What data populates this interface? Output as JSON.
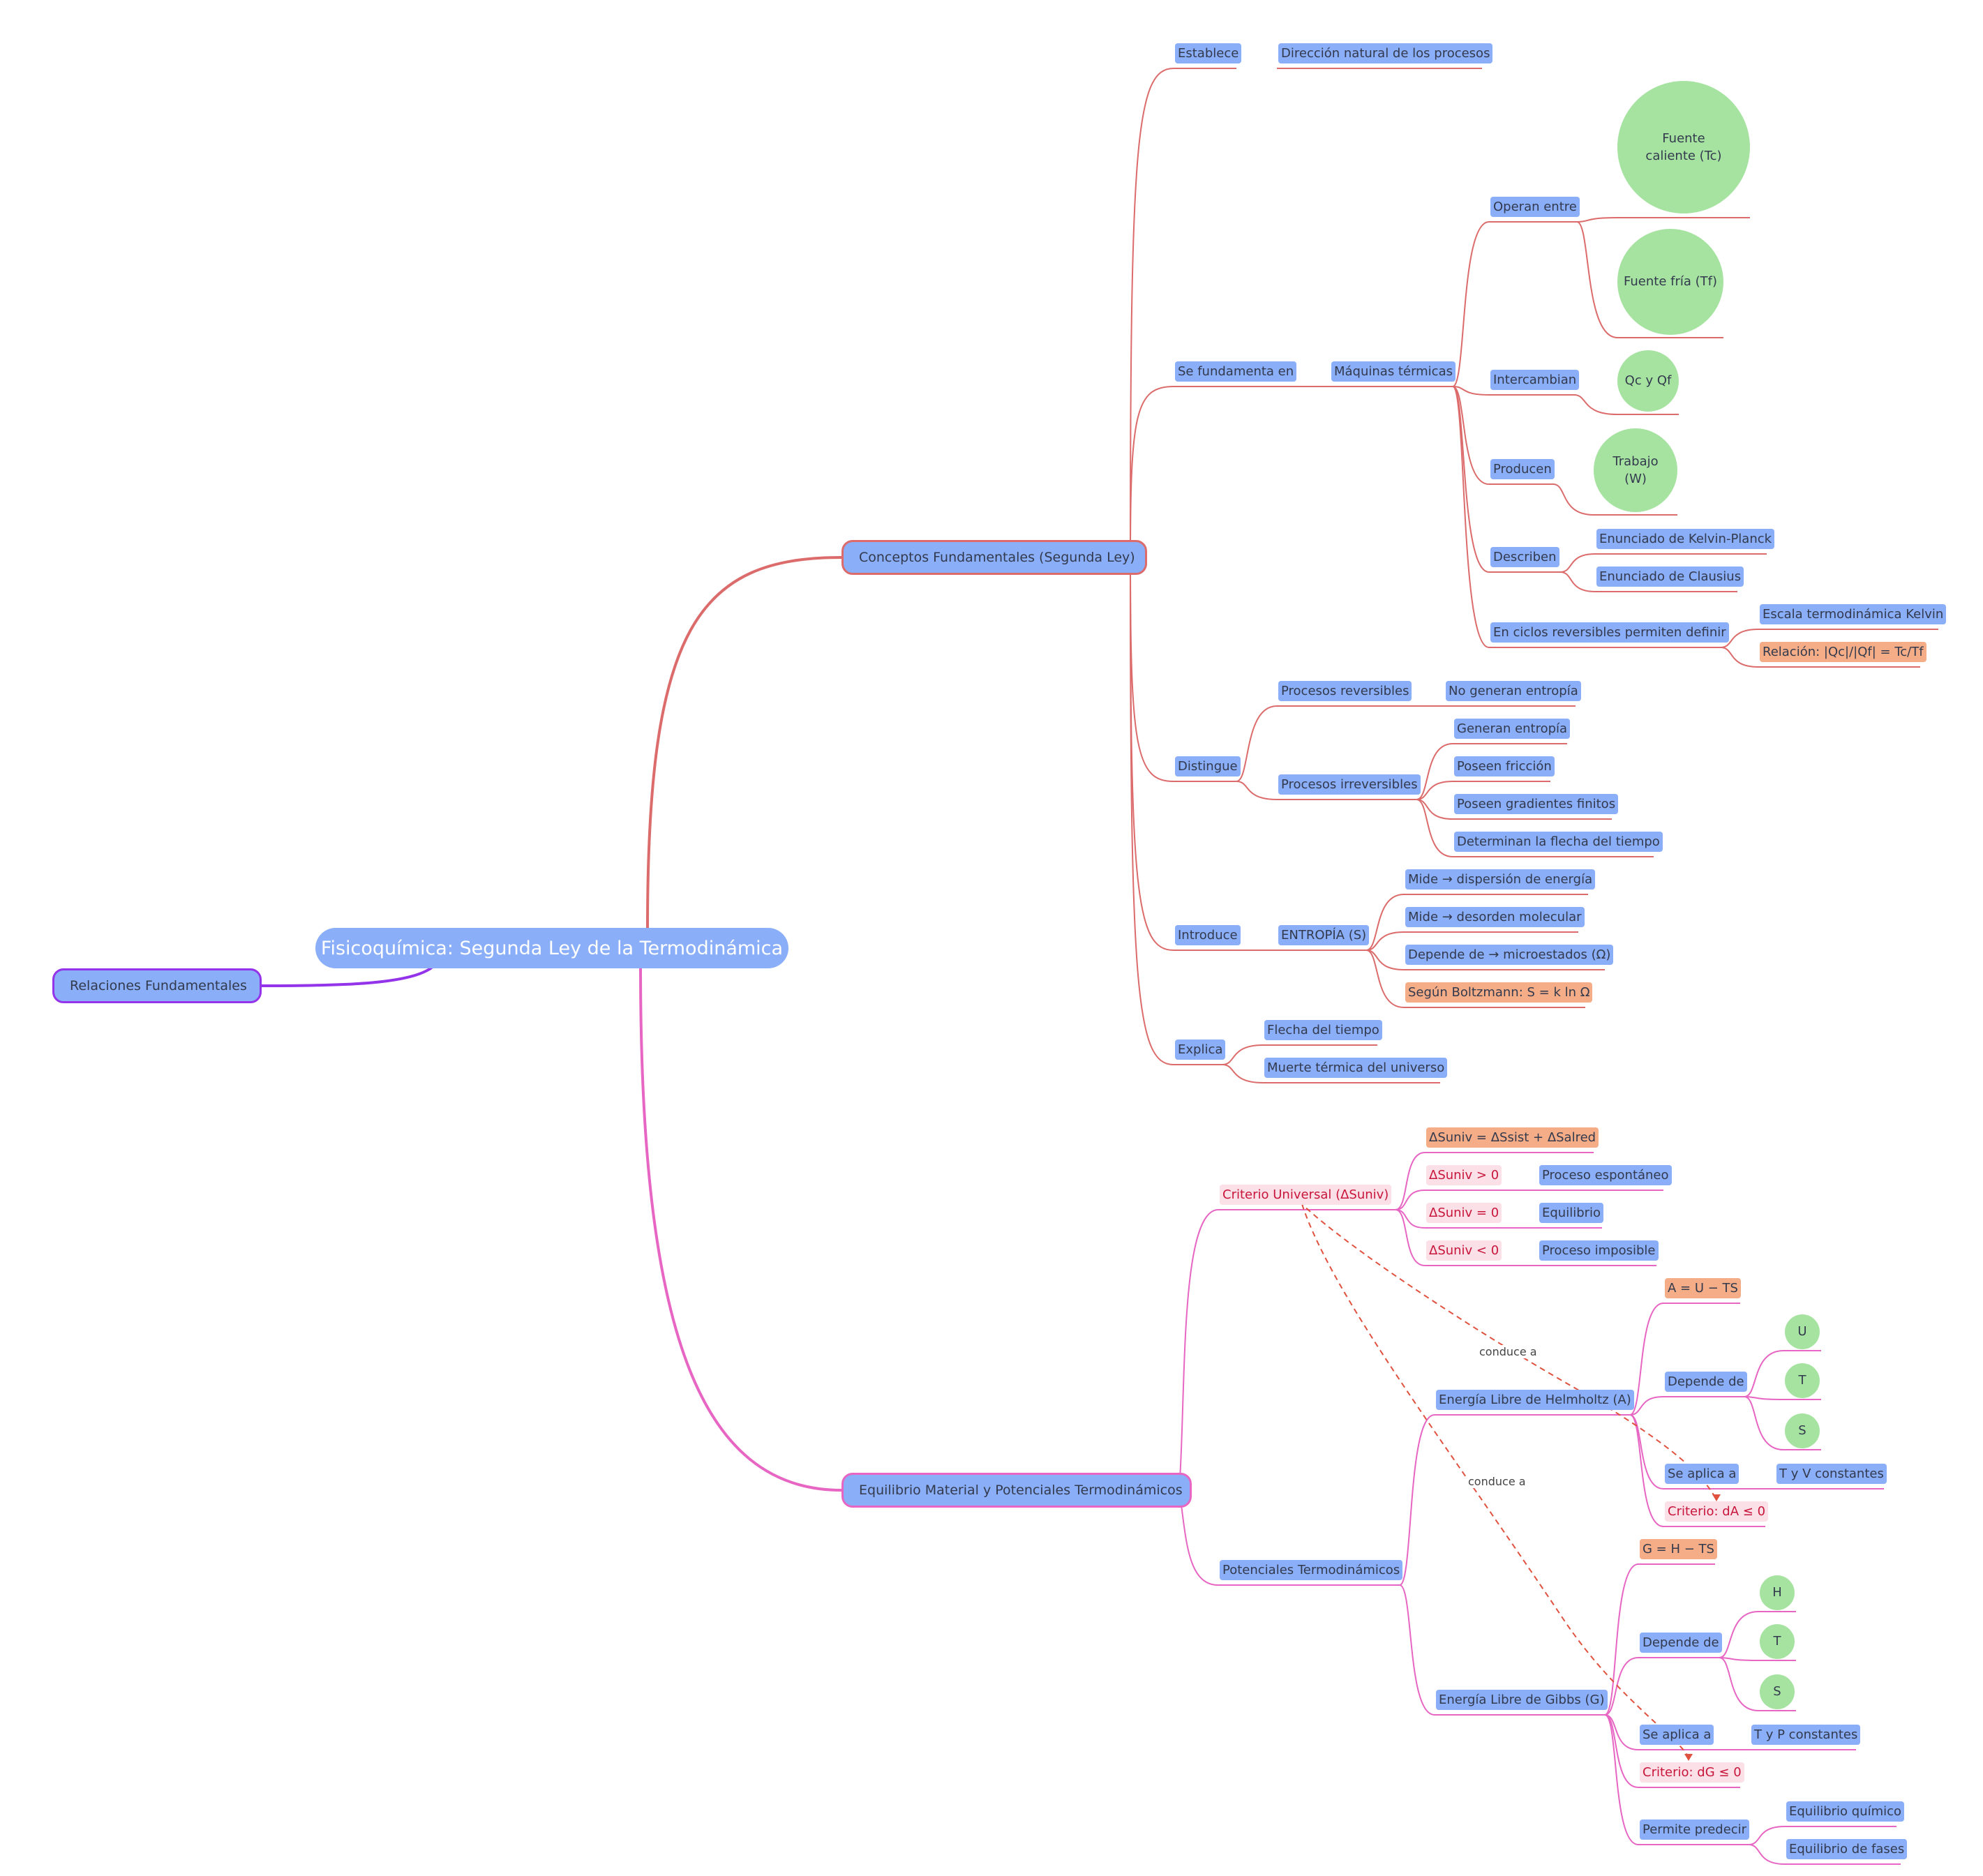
{
  "root": "Fisicoquímica: Segunda Ley de la Termodinámica",
  "relaciones": "Relaciones Fundamentales",
  "conceptos": {
    "title": "Conceptos Fundamentales (Segunda Ley)",
    "establece": "Establece",
    "direccion": "Dirección natural de los procesos",
    "se_fundamenta": "Se fundamenta en",
    "maquinas": "Máquinas térmicas",
    "operan_entre": "Operan entre",
    "fuente_caliente": "Fuente caliente (Tc)",
    "fuente_fria": "Fuente fría (Tf)",
    "intercambian": "Intercambian",
    "qc_qf": "Qc y Qf",
    "producen": "Producen",
    "trabajo": "Trabajo (W)",
    "describen": "Describen",
    "kelvin_planck": "Enunciado de Kelvin-Planck",
    "clausius": "Enunciado de Clausius",
    "ciclos": "En ciclos reversibles permiten definir",
    "escala": "Escala termodinámica Kelvin",
    "relacion": "Relación: |Qc|/|Qf| = Tc/Tf",
    "distingue": "Distingue",
    "reversibles": "Procesos reversibles",
    "no_generan": "No generan entropía",
    "irreversibles": "Procesos irreversibles",
    "generan": "Generan entropía",
    "friccion": "Poseen fricción",
    "gradientes": "Poseen gradientes finitos",
    "flecha_det": "Determinan la flecha del tiempo",
    "introduce": "Introduce",
    "entropia": "ENTROPÍA (S)",
    "mide_dispersion": "Mide → dispersión de energía",
    "mide_desorden": "Mide → desorden molecular",
    "depende_micro": "Depende de → microestados (Ω)",
    "boltzmann": "Según Boltzmann: S = k ln Ω",
    "explica": "Explica",
    "flecha": "Flecha del tiempo",
    "muerte": "Muerte térmica del universo"
  },
  "equilibrio": {
    "title": "Equilibrio Material y Potenciales Termodinámicos",
    "criterio_universal": "Criterio Universal (ΔSuniv)",
    "suniv_sum": "ΔSuniv = ΔSsist + ΔSalred",
    "gt0": "ΔSuniv > 0",
    "espontaneo": "Proceso espontáneo",
    "eq0": "ΔSuniv = 0",
    "equilibrio": "Equilibrio",
    "lt0": "ΔSuniv < 0",
    "imposible": "Proceso imposible",
    "potenciales": "Potenciales Termodinámicos",
    "helmholtz": "Energía Libre de Helmholtz (A)",
    "a_def": "A = U − TS",
    "a_depende": "Depende de",
    "a_u": "U",
    "a_t": "T",
    "a_s": "S",
    "a_aplica": "Se aplica a",
    "a_tv": "T y V constantes",
    "a_criterio": "Criterio: dA ≤ 0",
    "gibbs": "Energía Libre de Gibbs (G)",
    "g_def": "G = H − TS",
    "g_depende": "Depende de",
    "g_h": "H",
    "g_t": "T",
    "g_s": "S",
    "g_aplica": "Se aplica a",
    "g_tp": "T y P constantes",
    "g_criterio": "Criterio: dG ≤ 0",
    "permite": "Permite predecir",
    "eq_quimico": "Equilibrio químico",
    "eq_fases": "Equilibrio de fases",
    "conduce_a_1": "conduce a",
    "conduce_a_2": "conduce a"
  },
  "colors": {
    "node_blue": "#8aaef7",
    "node_orange": "#f5ad87",
    "node_pink": "#fbe1e7",
    "node_green": "#a6e3a1",
    "branch_red": "#dc6b6b",
    "branch_pink": "#e766c3",
    "branch_purple": "#9333ea"
  }
}
